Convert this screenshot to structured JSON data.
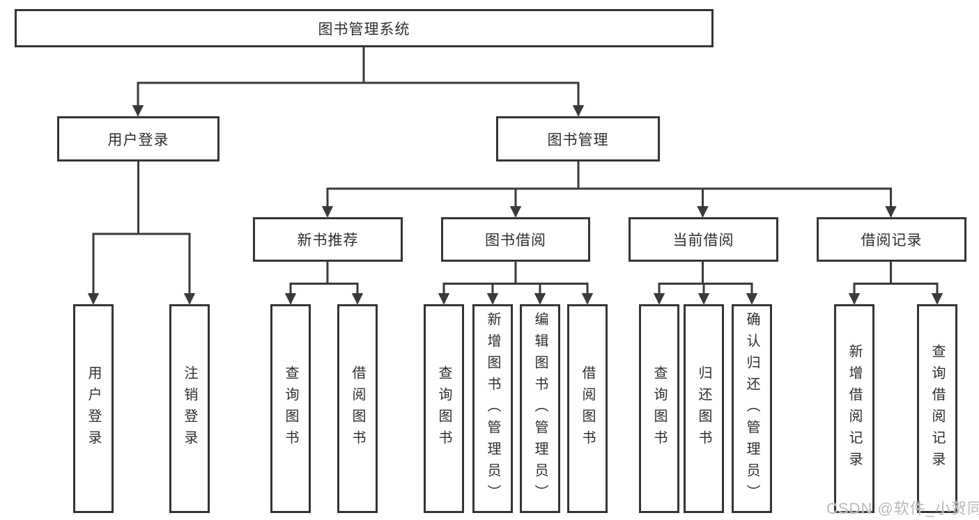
{
  "tree": {
    "root": {
      "label": "图书管理系统"
    },
    "children": [
      {
        "label": "用户登录",
        "children": [
          {
            "label": "用户登录"
          },
          {
            "label": "注销登录"
          }
        ]
      },
      {
        "label": "图书管理",
        "children": [
          {
            "label": "新书推荐",
            "children": [
              {
                "label": "查询图书"
              },
              {
                "label": "借阅图书"
              }
            ]
          },
          {
            "label": "图书借阅",
            "children": [
              {
                "label": "查询图书"
              },
              {
                "label": "新增图书（管理员）"
              },
              {
                "label": "编辑图书（管理员）"
              },
              {
                "label": "借阅图书"
              }
            ]
          },
          {
            "label": "当前借阅",
            "children": [
              {
                "label": "查询图书"
              },
              {
                "label": "归还图书"
              },
              {
                "label": "确认归还（管理员）"
              }
            ]
          },
          {
            "label": "借阅记录",
            "children": [
              {
                "label": "新增借阅记录"
              },
              {
                "label": "查询借阅记录"
              }
            ]
          }
        ]
      }
    ]
  },
  "watermark": {
    "text": "CSDN @软件_小贺同学"
  },
  "colors": {
    "line": "#3a3a3a",
    "box_border": "#343434",
    "text": "#2e2e2e",
    "watermark": "#b9b9b9",
    "background": "#ffffff"
  }
}
